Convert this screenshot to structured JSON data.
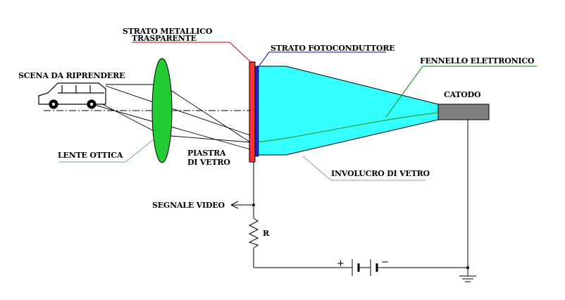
{
  "labels": {
    "strato_metallico_line1": "STRATO METALLICO",
    "strato_metallico_line2": "TRASPARENTE",
    "strato_fotoconduttore": "STRATO FOTOCONDUTTORE",
    "fennello_elettronico": "FENNELLO ELETTRONICO",
    "scena": "SCENA DA RIPRENDERE",
    "catodo": "CATODO",
    "lente_ottica": "LENTE OTTICA",
    "piastra_line1": "PIASTRA",
    "piastra_line2": "DI VETRO",
    "involucro": "INVOLUCRO DI VETRO",
    "segnale_video": "SEGNALE VIDEO",
    "resistor": "R",
    "plus": "+",
    "minus": "−"
  },
  "colors": {
    "tube": "#33ffff",
    "lens": "#22cc33",
    "metal_layer": "#ff3333",
    "photo_layer": "#2222cc",
    "beam": "#339933",
    "cathode": "#808080",
    "leader_red": "#cc0000",
    "leader_blue": "#0000aa",
    "leader_green": "#008800",
    "leader_teal": "#66aaaa",
    "leader_gray": "#999999"
  },
  "icons": {
    "car": "car-icon",
    "ground": "ground-icon",
    "battery": "battery-icon",
    "resistor": "resistor-icon",
    "arrow": "arrow-left-icon"
  }
}
